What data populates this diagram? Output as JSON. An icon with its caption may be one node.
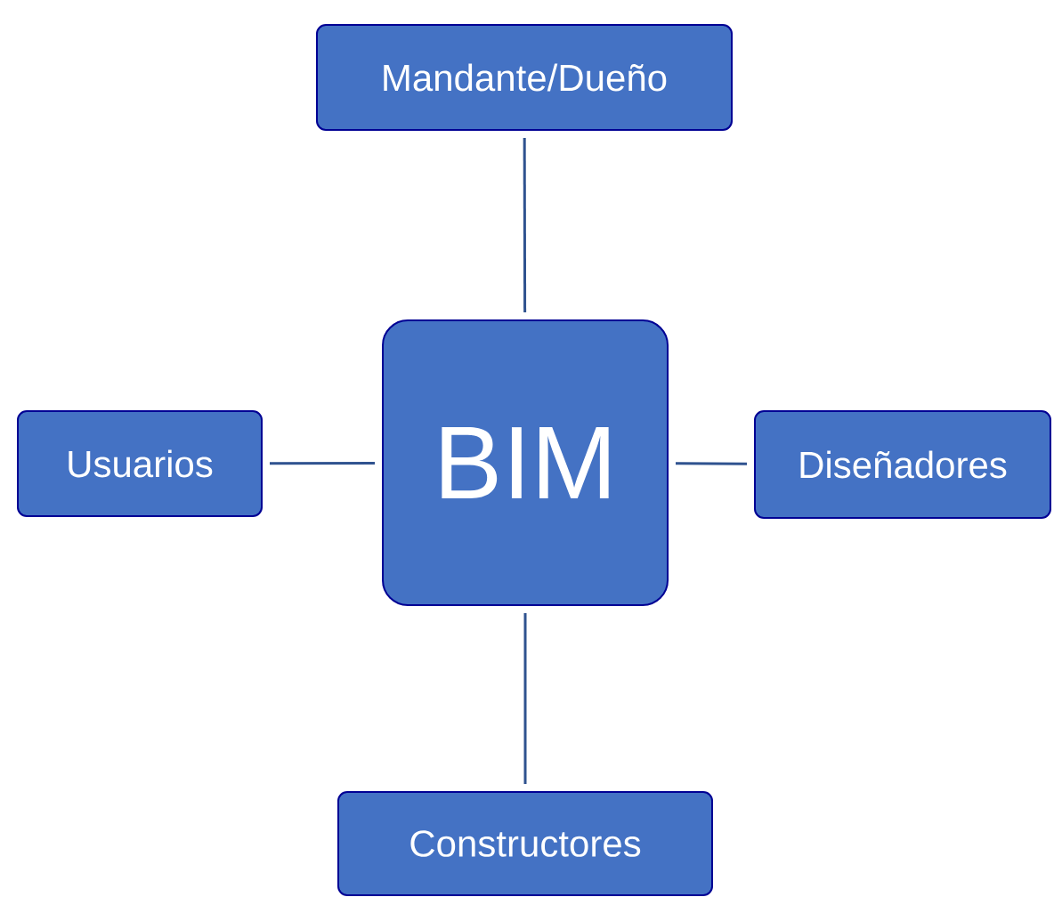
{
  "diagram": {
    "nodes": [
      {
        "text": [
          "Mandante/Dueño"
        ]
      },
      {
        "text": [
          "Usuarios"
        ]
      },
      {
        "text": [
          "BIM"
        ]
      },
      {
        "text": [
          "Diseñadores"
        ]
      },
      {
        "text": [
          "Constructores"
        ]
      }
    ],
    "edges": [
      {
        "from": 2,
        "to": 0,
        "arrow": "none"
      },
      {
        "from": 1,
        "to": 2,
        "arrow": "none"
      },
      {
        "from": 2,
        "to": 3,
        "arrow": "none"
      },
      {
        "from": 2,
        "to": 4,
        "arrow": "none"
      }
    ]
  }
}
